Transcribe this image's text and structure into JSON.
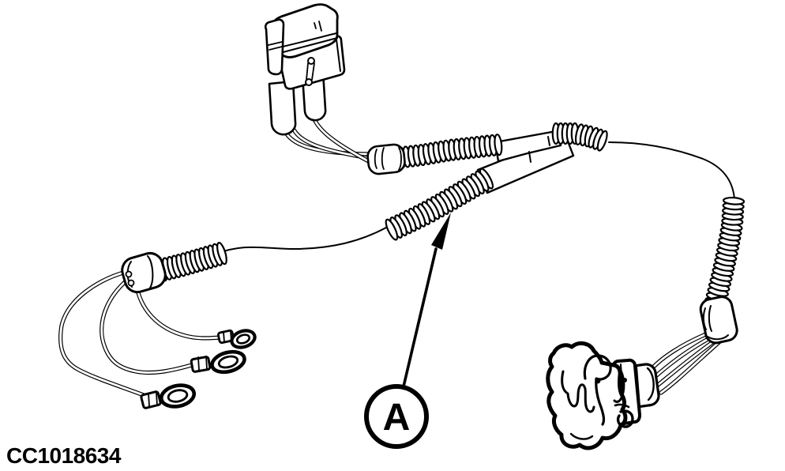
{
  "figure": {
    "type": "technical-line-illustration",
    "subject": "trailer-tow-wiring-harness",
    "caption": "CC1018634",
    "callout": {
      "label": "A"
    },
    "colors": {
      "line": "#000000",
      "background": "#ffffff"
    }
  }
}
